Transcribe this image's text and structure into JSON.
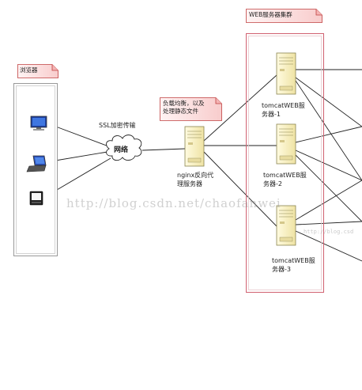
{
  "browser_group": {
    "title": "浏览器"
  },
  "web_group": {
    "title": "WEB服务器集群"
  },
  "network": {
    "label": "网络",
    "link_label": "SSL加密传输"
  },
  "nginx": {
    "label_line1": "nginx反向代",
    "label_line2": "理服务器",
    "note_line1": "负载均衡，以及",
    "note_line2": "处理静态文件"
  },
  "servers": [
    {
      "line1": "tomcatWEB服",
      "line2": "务器-1"
    },
    {
      "line1": "tomcatWEB服",
      "line2": "务器-2"
    },
    {
      "line1": "tomcatWEB服",
      "line2": "务器-3"
    }
  ],
  "watermark": {
    "main": "http://blog.csdn.net/chaofanwei",
    "small": "http://blog.csd"
  },
  "colors": {
    "note_fill": "#fde4e4",
    "note_border": "#c04040",
    "frame_border": "#d06070",
    "server_fill": "#fbf3c8",
    "server_border": "#8a8450"
  }
}
